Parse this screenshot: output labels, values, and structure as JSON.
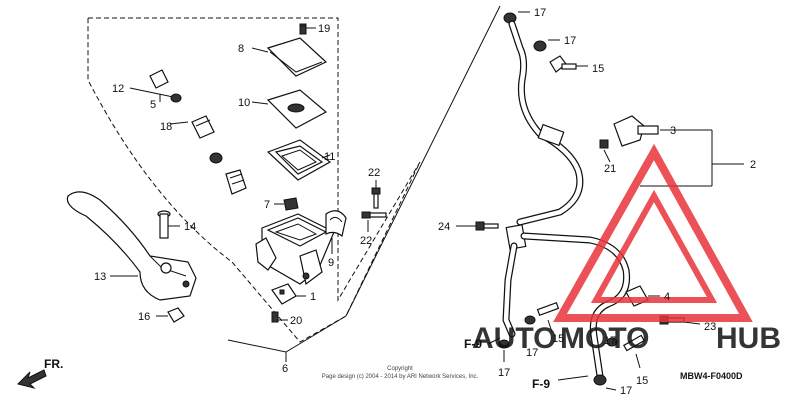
{
  "diagram": {
    "code": "MBW4-F0400D",
    "copyright": [
      "Copyright",
      "Page design (c) 2004 - 2014 by ARI Network Services, Inc."
    ],
    "front_label": "FR.",
    "ref_labels": [
      "F-9",
      "F-9"
    ],
    "callouts": [
      {
        "id": "c1",
        "text": "1"
      },
      {
        "id": "c2",
        "text": "2"
      },
      {
        "id": "c3",
        "text": "3"
      },
      {
        "id": "c4",
        "text": "4"
      },
      {
        "id": "c5",
        "text": "5"
      },
      {
        "id": "c6",
        "text": "6"
      },
      {
        "id": "c7",
        "text": "7"
      },
      {
        "id": "c8",
        "text": "8"
      },
      {
        "id": "c9",
        "text": "9"
      },
      {
        "id": "c10",
        "text": "10"
      },
      {
        "id": "c11",
        "text": "11"
      },
      {
        "id": "c12",
        "text": "12"
      },
      {
        "id": "c13",
        "text": "13"
      },
      {
        "id": "c14",
        "text": "14"
      },
      {
        "id": "c15a",
        "text": "15"
      },
      {
        "id": "c15b",
        "text": "15"
      },
      {
        "id": "c15c",
        "text": "15"
      },
      {
        "id": "c16",
        "text": "16"
      },
      {
        "id": "c17a",
        "text": "17"
      },
      {
        "id": "c17b",
        "text": "17"
      },
      {
        "id": "c17c",
        "text": "17"
      },
      {
        "id": "c17d",
        "text": "17"
      },
      {
        "id": "c17e",
        "text": "17"
      },
      {
        "id": "c17f",
        "text": "17"
      },
      {
        "id": "c18",
        "text": "18"
      },
      {
        "id": "c19",
        "text": "19"
      },
      {
        "id": "c20",
        "text": "20"
      },
      {
        "id": "c21",
        "text": "21"
      },
      {
        "id": "c22a",
        "text": "22"
      },
      {
        "id": "c22b",
        "text": "22"
      },
      {
        "id": "c23",
        "text": "23"
      },
      {
        "id": "c24",
        "text": "24"
      }
    ]
  },
  "watermark": {
    "word_1": "AUTO",
    "word_2": "MOTO",
    "word_3": "HUB",
    "color_red": "#e8333a",
    "color_orange": "#f2a53a",
    "color_grey": "#8f8f8f"
  }
}
